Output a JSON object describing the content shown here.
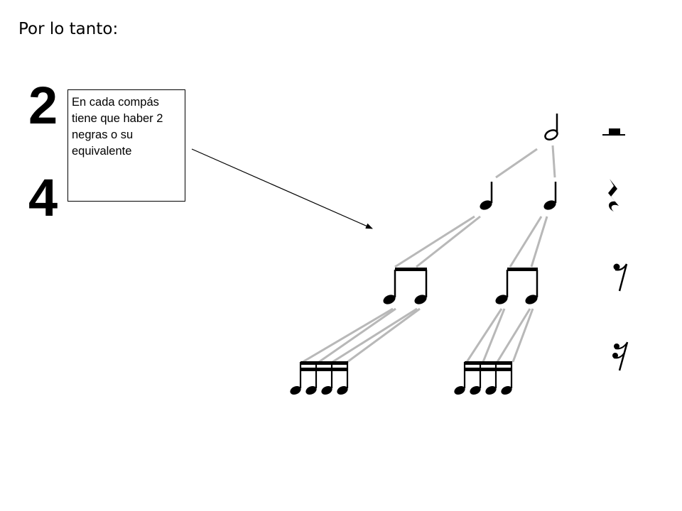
{
  "slide": {
    "title": "Por lo tanto:",
    "time_signature": {
      "top": "2",
      "bottom": "4"
    },
    "note": "En cada compás tiene que haber 2 negras o su equivalente"
  },
  "diagram": {
    "levels": [
      {
        "value": "blanca",
        "count": 1,
        "rest": "silencio de blanca"
      },
      {
        "value": "negra",
        "count": 2,
        "rest": "silencio de negra"
      },
      {
        "value": "corchea",
        "count": 4,
        "rest": "silencio de corchea"
      },
      {
        "value": "semicorchea",
        "count": 8,
        "rest": "silencio de semicorchea"
      }
    ]
  }
}
